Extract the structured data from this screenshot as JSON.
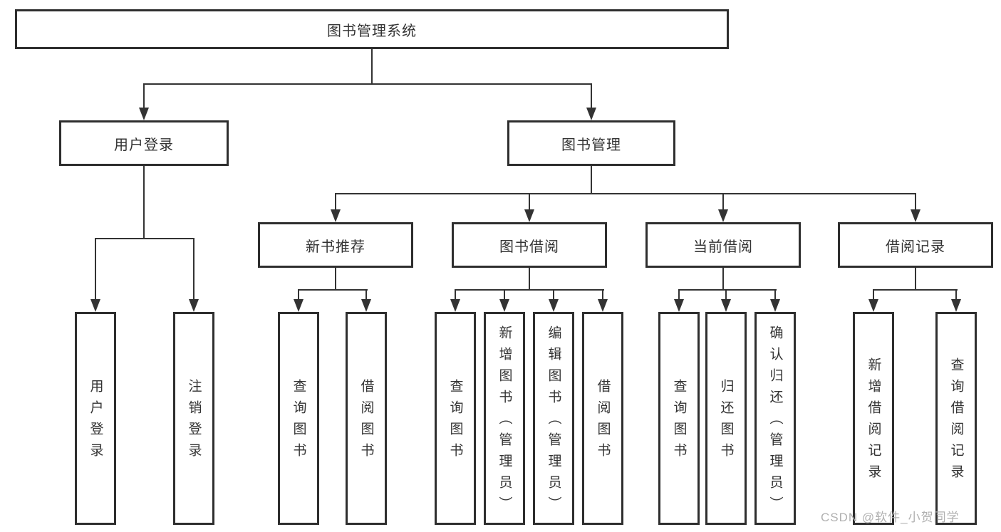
{
  "diagram": {
    "title": "图书管理系统",
    "watermark": "CSDN @软件_小贺同学",
    "colors": {
      "line": "#333333",
      "box_border": "#2e2e2e",
      "box_fill": "#ffffff",
      "text": "#333333",
      "watermark_text": "#b0b0b0",
      "background": "#ffffff"
    },
    "tree": {
      "root": {
        "label": "图书管理系统"
      },
      "branches": [
        {
          "label": "用户登录",
          "leaves": [
            {
              "label": "用户登录"
            },
            {
              "label": "注销登录"
            }
          ]
        },
        {
          "label": "图书管理",
          "children": [
            {
              "label": "新书推荐",
              "leaves": [
                {
                  "label": "查询图书"
                },
                {
                  "label": "借阅图书"
                }
              ]
            },
            {
              "label": "图书借阅",
              "leaves": [
                {
                  "label": "查询图书"
                },
                {
                  "label": "新增图书（管理员）"
                },
                {
                  "label": "编辑图书（管理员）"
                },
                {
                  "label": "借阅图书"
                }
              ]
            },
            {
              "label": "当前借阅",
              "leaves": [
                {
                  "label": "查询图书"
                },
                {
                  "label": "归还图书"
                },
                {
                  "label": "确认归还（管理员）"
                }
              ]
            },
            {
              "label": "借阅记录",
              "leaves": [
                {
                  "label": "新增借阅记录"
                },
                {
                  "label": "查询借阅记录"
                }
              ]
            }
          ]
        }
      ]
    }
  }
}
